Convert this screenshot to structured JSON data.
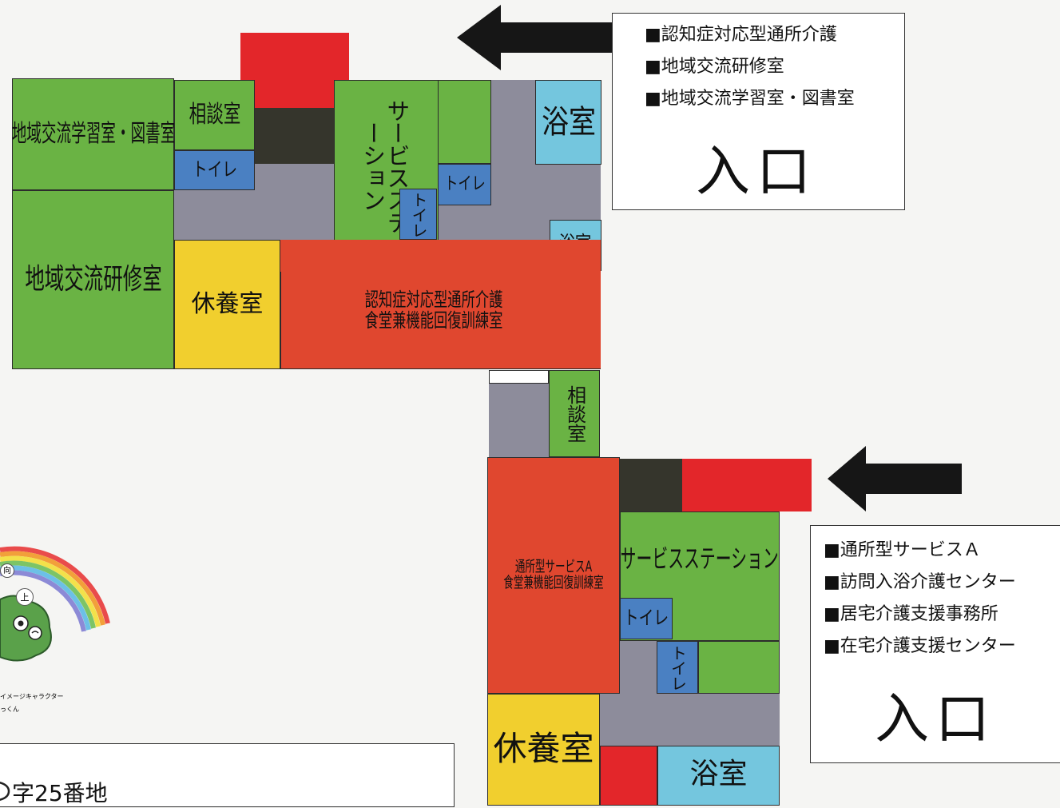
{
  "entrance_upper": {
    "facilities": [
      "■認知症対応型通所介護",
      "■地域交流研修室",
      "■地域交流学習室・図書室"
    ],
    "label": "入口"
  },
  "entrance_lower": {
    "facilities": [
      "■通所型サービスＡ",
      "■訪問入浴介護センター",
      "■居宅介護支援事務所",
      "■在宅介護支援センター"
    ],
    "label": "入口"
  },
  "upper_building": {
    "library": "地域交流学習室・図書室",
    "consult": "相談室",
    "toilet_left": "トイレ",
    "service_station": "サービスステーション",
    "toilet_center": "トイレ",
    "toilet_right": "トイレ",
    "bath_large": "浴室",
    "bath_small": "浴室",
    "training_room": "地域交流研修室",
    "rest_room": "休養室",
    "dining_line1": "認知症対応型通所介護",
    "dining_line2": "食堂兼機能回復訓練室"
  },
  "connector": {
    "consult": "相談室"
  },
  "lower_building": {
    "dining_line1": "通所型サービスA",
    "dining_line2": "食堂兼機能回復訓練室",
    "service_station": "サービスステーション",
    "toilet_a": "トイレ",
    "toilet_b": "トイレ",
    "rest_room": "休養室",
    "bath": "浴室"
  },
  "mascot": {
    "sign_1": "向",
    "sign_2": "上",
    "caption_1": "イメージキャラクター",
    "caption_2": "っくん"
  },
  "address_fragment": "字25番地",
  "colors": {
    "room_green": "#6ab344",
    "toilet_blue": "#4a80c2",
    "dining_red": "#e0472f",
    "entrance_red": "#e3262a",
    "rest_yellow": "#f1cf2e",
    "bath_blue": "#74c6de",
    "corridor_gray": "#8d8c9b",
    "entry_dark": "#35352c"
  }
}
